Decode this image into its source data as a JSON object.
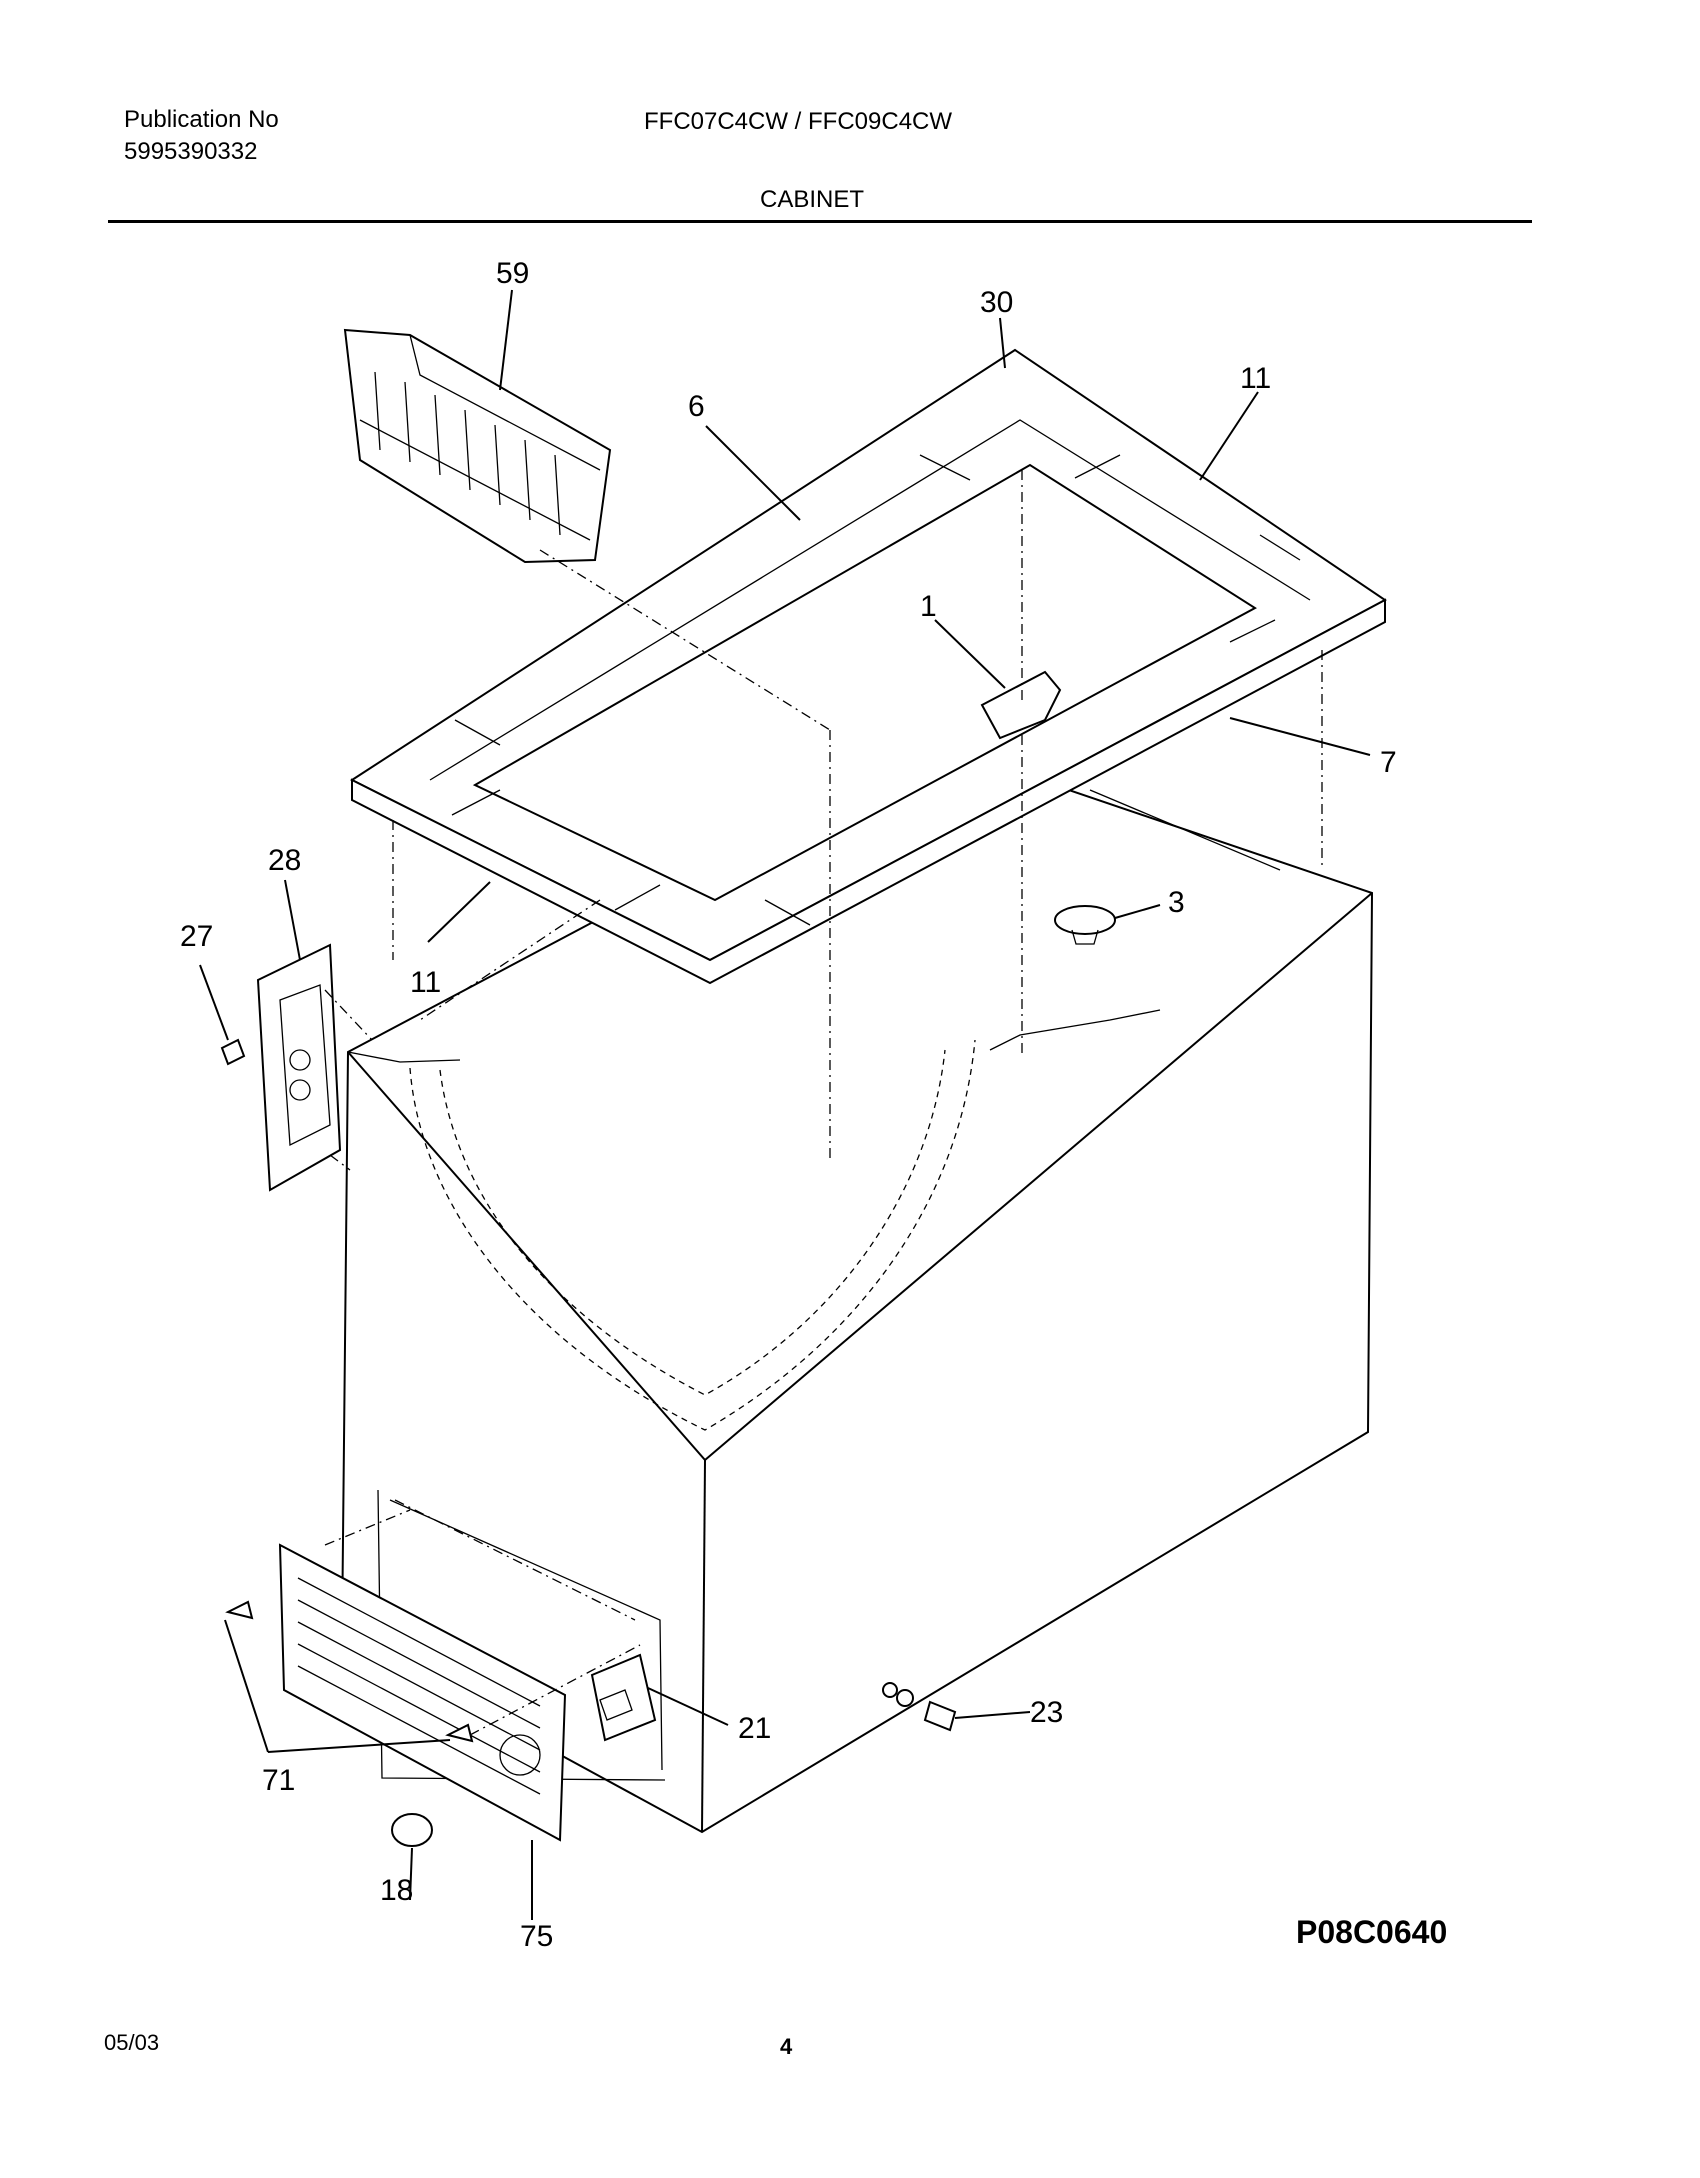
{
  "header": {
    "publication_label": "Publication No",
    "publication_number": "5995390332",
    "models": "FFC07C4CW / FFC09C4CW",
    "section_title": "CABINET"
  },
  "callouts": {
    "c59": "59",
    "c30": "30",
    "c11a": "11",
    "c6": "6",
    "c1": "1",
    "c7": "7",
    "c28": "28",
    "c27": "27",
    "c11b": "11",
    "c3": "3",
    "c21": "21",
    "c23": "23",
    "c71": "71",
    "c18": "18",
    "c75": "75"
  },
  "drawing_id": "P08C0640",
  "footer": {
    "date": "05/03",
    "page": "4"
  }
}
